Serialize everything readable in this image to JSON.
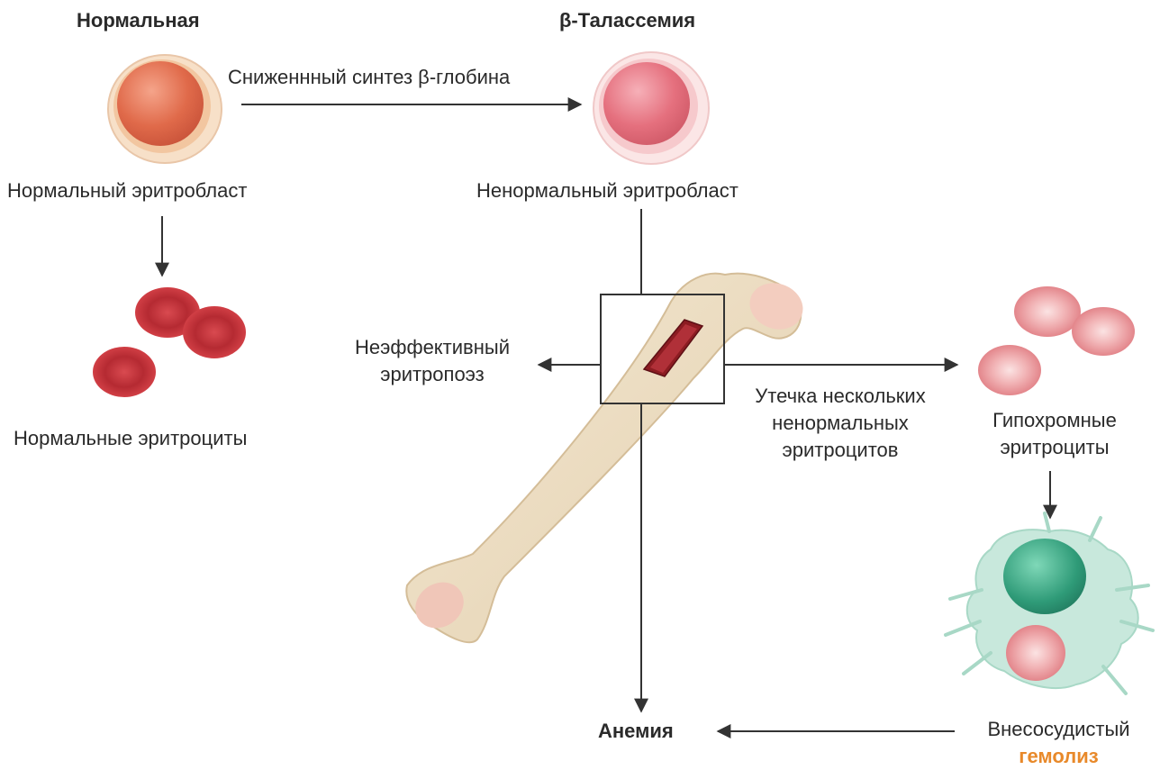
{
  "headers": {
    "normal": "Нормальная",
    "thalassemia": "β-Талассемия"
  },
  "labels": {
    "reduced_synthesis": "Сниженнный синтез β-глобина",
    "normal_erythroblast": "Нормальный эритробласт",
    "abnormal_erythroblast": "Ненормальный эритробласт",
    "normal_erythrocytes": "Нормальные эритроциты",
    "ineffective_line1": "Неэффективный",
    "ineffective_line2": "эритропоэз",
    "leak_line1": "Утечка нескольких",
    "leak_line2": "ненормальных",
    "leak_line3": "эритроцитов",
    "hypochromic_line1": "Гипохромные",
    "hypochromic_line2": "эритроциты",
    "anemia": "Анемия",
    "extravascular": "Внесосудистый",
    "hemolysis": "гемолиз"
  },
  "colors": {
    "arrow": "#333333",
    "normal_rbc": "#c8343a",
    "hypochromic_rbc": "#e58a8e",
    "bone": "#ecdcc0",
    "macrophage": "#b8e0d4",
    "hemolysis_text": "#e8892a"
  }
}
